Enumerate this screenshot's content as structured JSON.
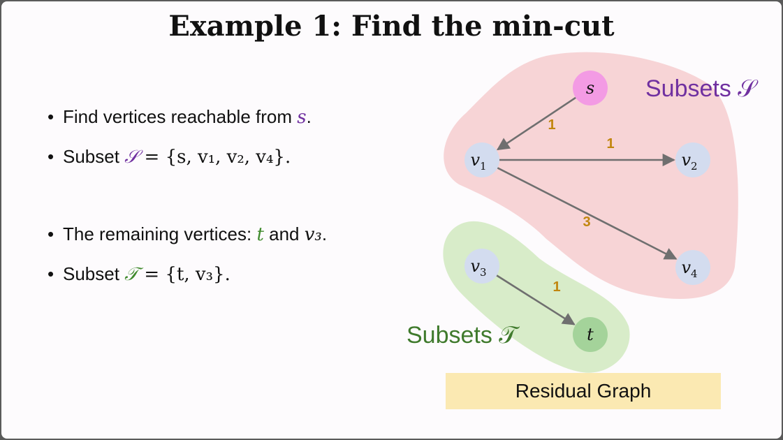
{
  "slide": {
    "title": "Example 1: Find the min-cut",
    "bullets": [
      {
        "text_before": "Find vertices reachable from ",
        "math": "s",
        "text_after": "."
      },
      {
        "text_before": "Subset ",
        "set_symbol": "𝒮",
        "set_def": " = {s, v₁, v₂, v₄}."
      },
      {
        "text_before": "The remaining vertices: ",
        "v1": "t",
        "mid": " and ",
        "v2": "v₃",
        "text_after": "."
      },
      {
        "text_before": "Subset ",
        "set_symbol": "𝒯",
        "set_def": " = {t, v₃}."
      }
    ],
    "caption": "Residual Graph"
  },
  "graph": {
    "region_s_label": "Subsets 𝒮",
    "region_t_label": "Subsets 𝒯",
    "nodes": [
      {
        "id": "s",
        "label": "s",
        "sub": "",
        "fill": "#f39be4"
      },
      {
        "id": "v1",
        "label": "v",
        "sub": "1",
        "fill": "#d3dcef"
      },
      {
        "id": "v2",
        "label": "v",
        "sub": "2",
        "fill": "#d3dcef"
      },
      {
        "id": "v4",
        "label": "v",
        "sub": "4",
        "fill": "#d3dcef"
      },
      {
        "id": "v3",
        "label": "v",
        "sub": "3",
        "fill": "#d3dcef"
      },
      {
        "id": "t",
        "label": "t",
        "sub": "",
        "fill": "#a4d39a"
      }
    ],
    "edges": [
      {
        "from": "s",
        "to": "v1",
        "weight": "1"
      },
      {
        "from": "v1",
        "to": "v2",
        "weight": "1"
      },
      {
        "from": "v1",
        "to": "v4",
        "weight": "3"
      },
      {
        "from": "v3",
        "to": "t",
        "weight": "1"
      }
    ],
    "colors": {
      "region_s": "#f7d4d6",
      "region_t": "#d8ecc9",
      "edge": "#6f6f6f",
      "weight": "#c1860f",
      "label_s": "#7030a0",
      "label_t": "#3f7a2c"
    }
  }
}
